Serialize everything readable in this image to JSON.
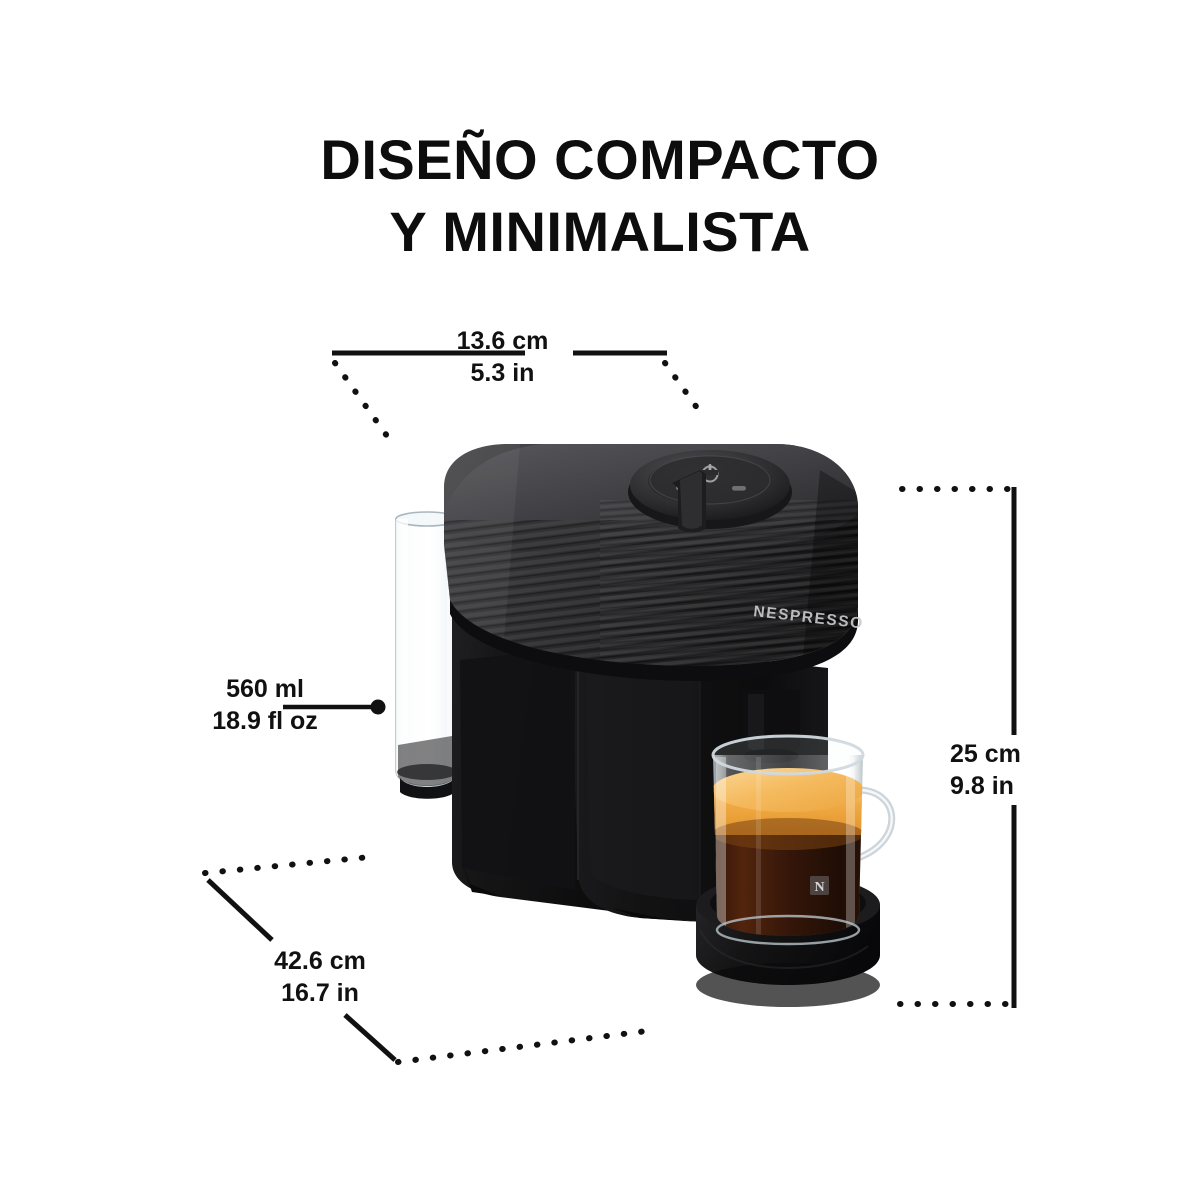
{
  "page": {
    "background_color": "#ffffff",
    "text_color": "#111111"
  },
  "title": {
    "line1": "DISEÑO COMPACTO",
    "line2": "Y MINIMALISTA"
  },
  "annotations": {
    "width": {
      "metric": "13.6 cm",
      "imperial": "5.3 in"
    },
    "volume": {
      "metric": "560 ml",
      "imperial": "18.9 fl oz"
    },
    "height": {
      "metric": "25 cm",
      "imperial": "9.8 in"
    },
    "depth": {
      "metric": "42.6 cm",
      "imperial": "16.7 in"
    }
  },
  "product": {
    "brand_wordmark": "NESPRESSO",
    "cup_logo": "N",
    "colors": {
      "body_black": "#131313",
      "ribbed_gray": "#3a3a3c",
      "crema": "#f0a93e",
      "coffee": "#3a1b0c",
      "glass": "#e9eef1"
    }
  }
}
